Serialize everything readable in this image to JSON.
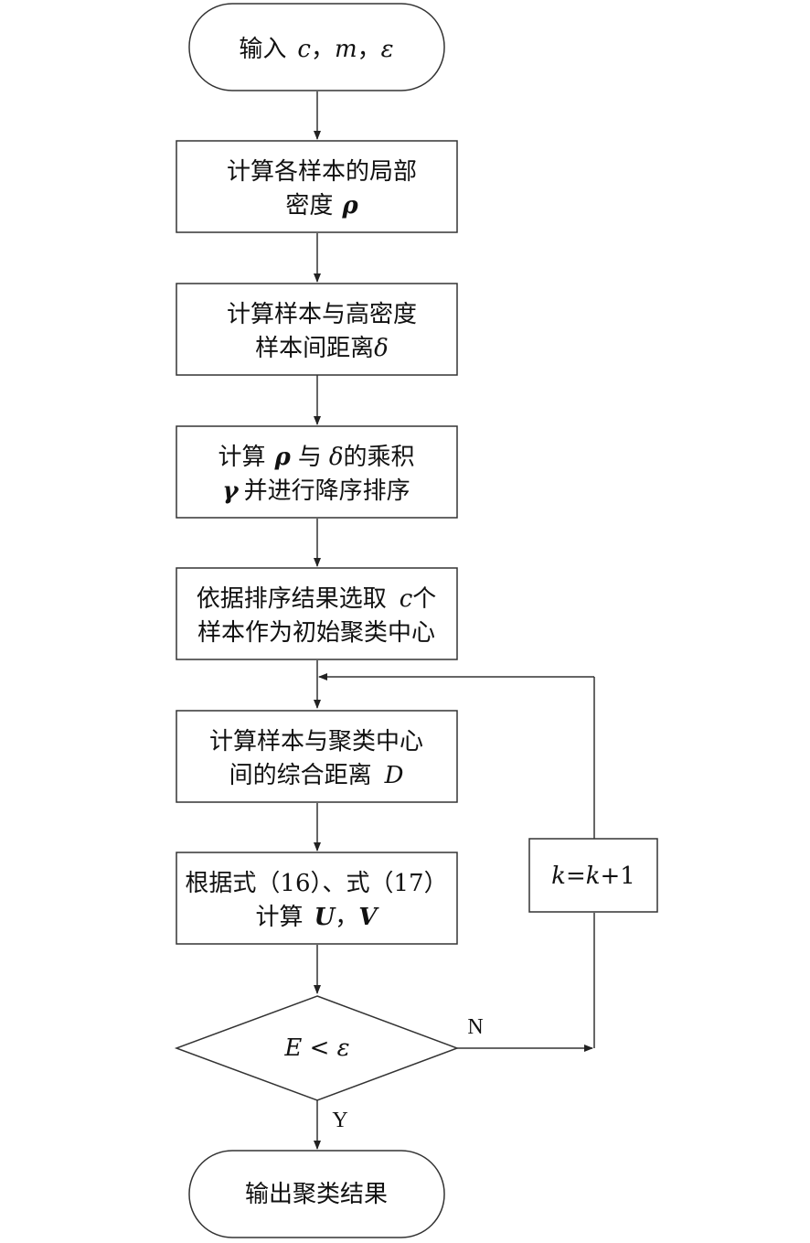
{
  "nodes": {
    "start": {
      "t1": "输入",
      "t2": "c",
      "t3": "，",
      "t4": "m",
      "t5": "，",
      "t6": "ε"
    },
    "density": {
      "l1": "计算各样本的局部",
      "l2a": "密度",
      "l2b": "ρ"
    },
    "distance": {
      "l1": "计算样本与高密度",
      "l2a": "样本间距离",
      "l2b": "δ"
    },
    "product": {
      "l1a": "计算",
      "l1b": "ρ",
      "l1c": "与",
      "l1d": "δ",
      "l1e": "的乘积",
      "l2a": "γ",
      "l2b": "并进行降序排序"
    },
    "select": {
      "l1a": "依据排序结果选取",
      "l1b": "c",
      "l1c": "个",
      "l2": "样本作为初始聚类中心"
    },
    "composite": {
      "l1": "计算样本与聚类中心",
      "l2a": "间的综合距离",
      "l2b": "D"
    },
    "update": {
      "l1": "根据式（16）、式（17）",
      "l2a": "计算",
      "l2b": "U",
      "l2c": "，",
      "l2d": "V"
    },
    "decision": {
      "a": "E",
      "b": " < ",
      "c": "ε"
    },
    "increment": {
      "a": "k",
      "b": "=",
      "c": "k",
      "d": "+1"
    },
    "end": {
      "text": "输出聚类结果"
    }
  },
  "edge_labels": {
    "no": "N",
    "yes": "Y"
  }
}
